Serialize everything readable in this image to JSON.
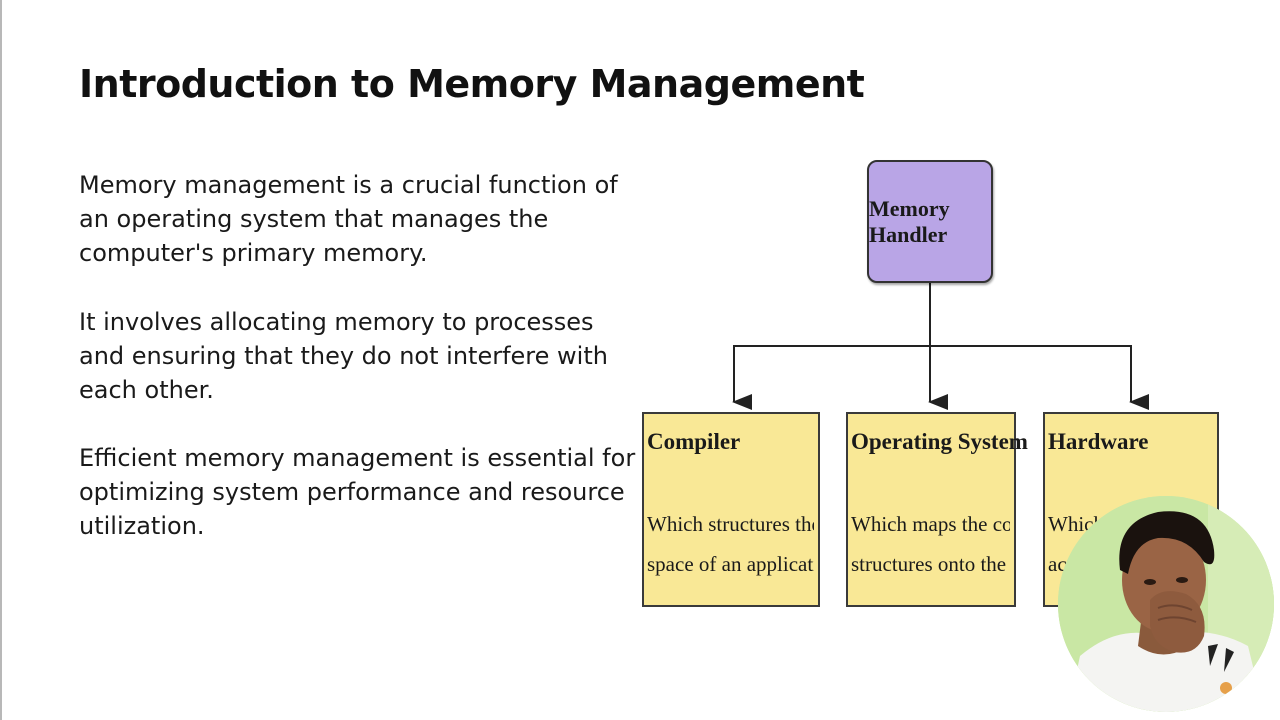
{
  "slide": {
    "title": "Introduction to Memory Management",
    "paragraphs": [
      "Memory management is a crucial function of an operating system that manages the computer's primary memory.",
      "It involves allocating memory to processes and ensuring that they do not interfere with each other.",
      "Efficient memory management is essential for optimizing system performance and resource utilization."
    ]
  },
  "diagram": {
    "root": {
      "label": "Memory Handler",
      "color": "#b9a5e6"
    },
    "children": [
      {
        "title": "Compiler",
        "desc_line1": "Which structures the address",
        "desc_line2": "space of an application"
      },
      {
        "title": "Operating System",
        "desc_line1": "Which maps the compiler’s",
        "desc_line2": "structures onto the hardware"
      },
      {
        "title": "Hardware",
        "desc_line1": "Which p",
        "desc_line2": "acc"
      }
    ],
    "child_color": "#f9e896"
  },
  "webcam": {
    "background": "#c9e7a4"
  }
}
